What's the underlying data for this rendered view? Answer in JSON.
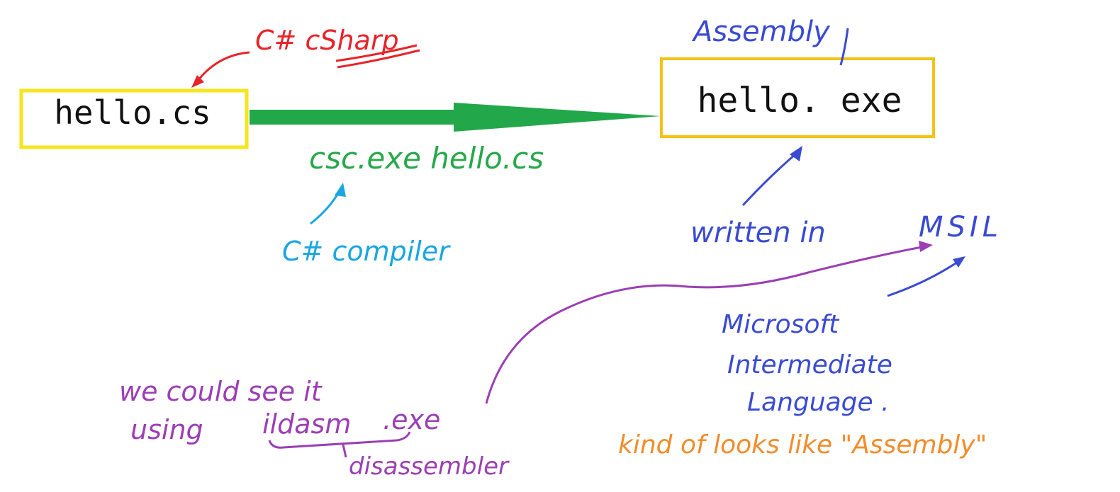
{
  "colors": {
    "source_box": "#F5E61D",
    "assembly_box": "#F5C216",
    "compile_arrow": "#22A84A",
    "red": "#E8232A",
    "blue": "#3A4BD1",
    "cyan": "#1AA6E0",
    "green": "#27A84A",
    "purple": "#9B3FB4",
    "orange": "#F28C2B",
    "text": "#111111"
  },
  "nodes": {
    "source_file": "hello.cs",
    "assembly_file": "hello. exe"
  },
  "annotations": {
    "csharp_label": "C# cSharp",
    "assembly_label": "Assembly",
    "compile_command": "csc.exe  hello.cs",
    "compiler_label": "C#  compiler",
    "written_in": "written in",
    "msil": "MSIL",
    "msil_full_line1": "Microsoft",
    "msil_full_line2": "Intermediate",
    "msil_full_line3": "Language .",
    "ildasm_line1": "we could see it",
    "ildasm_line2a": "using",
    "ildasm_tool": "ildasm",
    "ildasm_ext": ".exe",
    "disassembler": "disassembler",
    "looks_like": "kind of looks like \"Assembly\""
  }
}
